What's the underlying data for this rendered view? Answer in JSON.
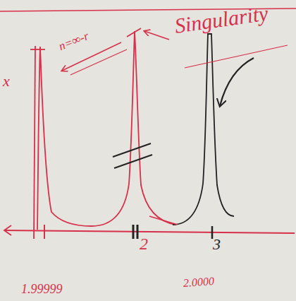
{
  "diagram": {
    "labels": [
      "x",
      "n=∞-r",
      "Singularity",
      "2",
      "3",
      "1.99999",
      "2.0000"
    ]
  }
}
